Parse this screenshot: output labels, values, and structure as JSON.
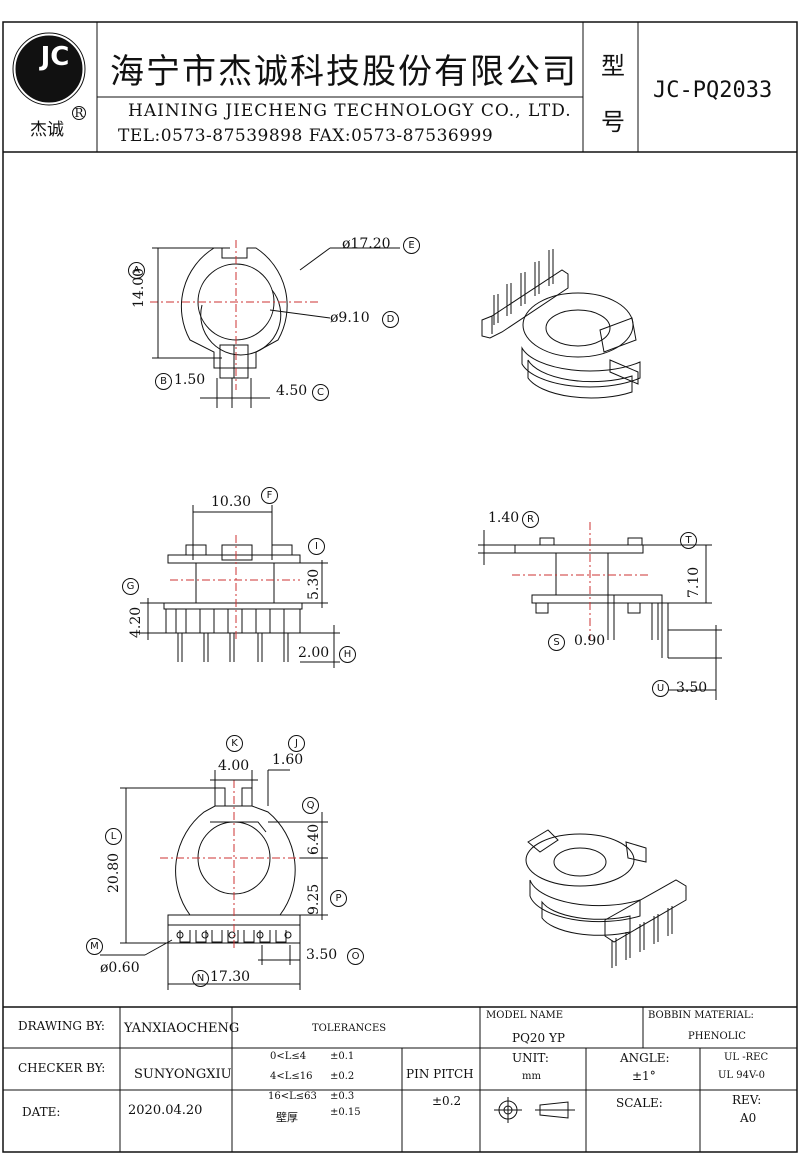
{
  "header": {
    "logo_text": "JC",
    "logo_cn": "杰诚",
    "logo_reg": "R",
    "company_cn": "海宁市杰诚科技股份有限公司",
    "company_en": "HAINING JIECHENG TECHNOLOGY CO., LTD.",
    "contact": "TEL:0573-87539898  FAX:0573-87536999",
    "type_label_1": "型",
    "type_label_2": "号",
    "model": "JC-PQ2033"
  },
  "dimensions": {
    "A": {
      "letter": "A",
      "value": "14.00"
    },
    "B": {
      "letter": "B",
      "value": "1.50"
    },
    "C": {
      "letter": "C",
      "value": "4.50"
    },
    "D": {
      "letter": "D",
      "value": "ø9.10"
    },
    "E": {
      "letter": "E",
      "value": "ø17.20"
    },
    "F": {
      "letter": "F",
      "value": "10.30"
    },
    "G": {
      "letter": "G",
      "value": "4.20"
    },
    "H": {
      "letter": "H",
      "value": "2.00"
    },
    "I": {
      "letter": "I",
      "value": "5.30"
    },
    "J": {
      "letter": "J",
      "value": "1.60"
    },
    "K": {
      "letter": "K",
      "value": "4.00"
    },
    "L": {
      "letter": "L",
      "value": "20.80"
    },
    "M": {
      "letter": "M",
      "value": "ø0.60"
    },
    "N": {
      "letter": "N",
      "value": "17.30"
    },
    "O": {
      "letter": "O",
      "value": "3.50"
    },
    "P": {
      "letter": "P",
      "value": "9.25"
    },
    "Q": {
      "letter": "Q",
      "value": "6.40"
    },
    "R": {
      "letter": "R",
      "value": "1.40"
    },
    "S": {
      "letter": "S",
      "value": "0.90"
    },
    "T": {
      "letter": "T",
      "value": "7.10"
    },
    "U": {
      "letter": "U",
      "value": "3.50"
    }
  },
  "title_block": {
    "drawing_by_label": "DRAWING  BY:",
    "drawing_by": "YANXIAOCHENG",
    "checker_by_label": "CHECKER  BY:",
    "checker_by": "SUNYONGXIU",
    "date_label": "DATE:",
    "date": "2020.04.20",
    "tolerances_label": "TOLERANCES",
    "tol_rows": [
      {
        "range": "0<L≤4",
        "tol": "±0.1"
      },
      {
        "range": "4<L≤16",
        "tol": "±0.2"
      },
      {
        "range": "16<L≤63",
        "tol": "±0.3"
      },
      {
        "range": "壁厚",
        "tol": "±0.15"
      }
    ],
    "pin_pitch_label": "PIN PITCH",
    "pin_pitch": "±0.2",
    "model_name_label": "MODEL NAME",
    "model_name": "PQ20  YP",
    "bobbin_material_label": "BOBBIN MATERIAL:",
    "bobbin_material": "PHENOLIC",
    "unit_label": "UNIT:",
    "unit": "mm",
    "angle_label": "ANGLE:",
    "angle": "±1°",
    "ul_1": "UL -REC",
    "ul_2": "UL  94V-0",
    "scale_label": "SCALE:",
    "rev_label": "REV:",
    "rev": "A0"
  }
}
